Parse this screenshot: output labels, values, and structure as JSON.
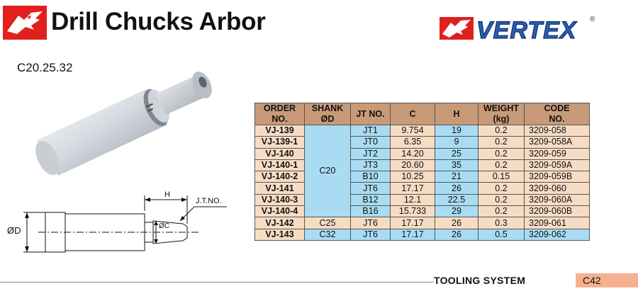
{
  "header": {
    "title": "Drill Chucks Arbor",
    "brand": "VERTEX",
    "brand_mark": "®"
  },
  "subtitle": "C20.25.32",
  "drawing_labels": {
    "h": "H",
    "jt": "J.T.NO.",
    "c": "ØC",
    "d": "ØD"
  },
  "table": {
    "headers": [
      {
        "line1": "ORDER",
        "line2": "NO."
      },
      {
        "line1": "SHANK",
        "line2": "ØD"
      },
      {
        "line1": "JT NO.",
        "line2": ""
      },
      {
        "line1": "C",
        "line2": ""
      },
      {
        "line1": "H",
        "line2": ""
      },
      {
        "line1": "WEIGHT",
        "line2": "(kg)"
      },
      {
        "line1": "CODE",
        "line2": "NO."
      }
    ],
    "rows": [
      {
        "order": "VJ-139",
        "shank": "",
        "jt": "JT1",
        "c": "9.754",
        "h": "19",
        "weight": "0.2",
        "code": "3209-058"
      },
      {
        "order": "VJ-139-1",
        "shank": "",
        "jt": "JT0",
        "c": "6.35",
        "h": "9",
        "weight": "0.2",
        "code": "3209-058A"
      },
      {
        "order": "VJ-140",
        "shank": "",
        "jt": "JT2",
        "c": "14.20",
        "h": "25",
        "weight": "0.2",
        "code": "3209-059"
      },
      {
        "order": "VJ-140-1",
        "shank": "",
        "jt": "JT3",
        "c": "20.60",
        "h": "35",
        "weight": "0.2",
        "code": "3209-059A"
      },
      {
        "order": "VJ-140-2",
        "shank": "C20",
        "jt": "B10",
        "c": "10.25",
        "h": "21",
        "weight": "0.15",
        "code": "3209-059B"
      },
      {
        "order": "VJ-141",
        "shank": "",
        "jt": "JT6",
        "c": "17.17",
        "h": "26",
        "weight": "0.2",
        "code": "3209-060"
      },
      {
        "order": "VJ-140-3",
        "shank": "",
        "jt": "B12",
        "c": "12.1",
        "h": "22.5",
        "weight": "0.2",
        "code": "3209-060A"
      },
      {
        "order": "VJ-140-4",
        "shank": "",
        "jt": "B16",
        "c": "15.733",
        "h": "29",
        "weight": "0.2",
        "code": "3209-060B"
      },
      {
        "order": "VJ-142",
        "shank": "C25",
        "jt": "JT6",
        "c": "17.17",
        "h": "26",
        "weight": "0.3",
        "code": "3209-061"
      },
      {
        "order": "VJ-143",
        "shank": "C32",
        "jt": "JT6",
        "c": "17.17",
        "h": "26",
        "weight": "0.5",
        "code": "3209-062"
      }
    ]
  },
  "footer": {
    "system": "TOOLING SYSTEM",
    "page": "C42"
  },
  "colors": {
    "header_bg": "#c89a78",
    "order_bg": "#f7dcc4",
    "blue_bg": "#a9dcf3",
    "logo_red": "#e0201c",
    "brand_blue": "#2a5fb0"
  }
}
